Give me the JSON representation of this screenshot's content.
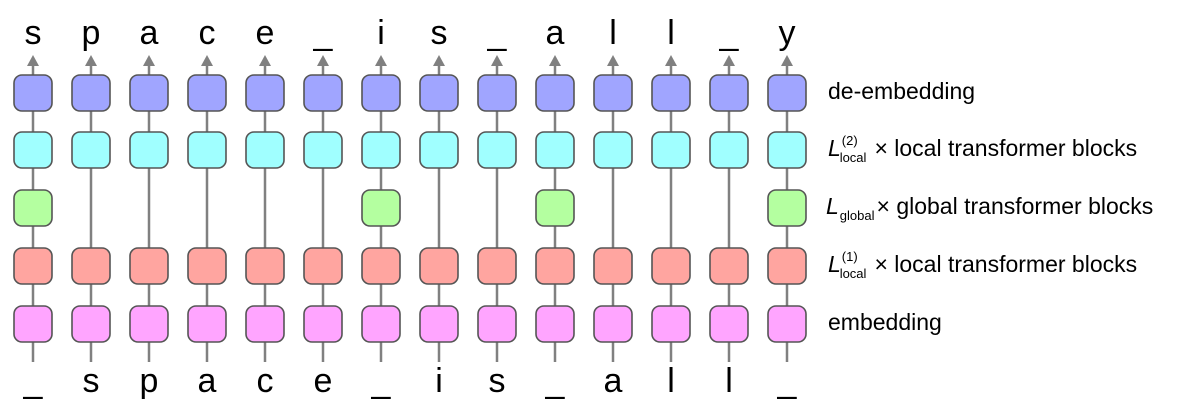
{
  "output_tokens": [
    "s",
    "p",
    "a",
    "c",
    "e",
    "_",
    "i",
    "s",
    "_",
    "a",
    "l",
    "l",
    "_",
    "y"
  ],
  "input_tokens": [
    "_",
    "s",
    "p",
    "a",
    "c",
    "e",
    "_",
    "i",
    "s",
    "_",
    "a",
    "l",
    "l",
    "_"
  ],
  "global_block_columns": [
    0,
    6,
    9,
    13
  ],
  "colors": {
    "de_embedding": "#a0a5ff",
    "local_2": "#a0ffff",
    "global": "#b4ffa0",
    "local_1": "#ffa5a0",
    "embedding": "#ffa5ff"
  },
  "labels": {
    "de_embedding": "de-embedding",
    "local_2": {
      "var": "L",
      "sup": "(2)",
      "sub": "local",
      "text": "× local transformer blocks"
    },
    "global": {
      "var": "L",
      "sub": "global",
      "text": "× global transformer blocks"
    },
    "local_1": {
      "var": "L",
      "sup": "(1)",
      "sub": "local",
      "text": "× local transformer blocks"
    },
    "embedding": "embedding"
  }
}
